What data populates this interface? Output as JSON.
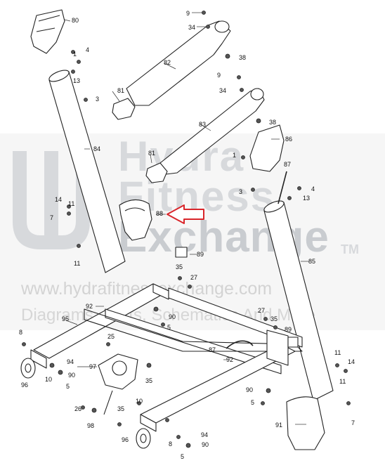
{
  "watermark": {
    "line1": "Hydra",
    "line2": "Fitness",
    "line3": "Exchange",
    "trademark": "TM",
    "url": "www.hydrafitnessexchange.com",
    "tagline": "Diagrams, Parts, Schematics And More"
  },
  "callouts": [
    {
      "id": "c-80",
      "text": "80"
    },
    {
      "id": "c-9a",
      "text": "9"
    },
    {
      "id": "c-34a",
      "text": "34"
    },
    {
      "id": "c-4a",
      "text": "4"
    },
    {
      "id": "c-1a",
      "text": "1"
    },
    {
      "id": "c-38a",
      "text": "38"
    },
    {
      "id": "c-82",
      "text": "82"
    },
    {
      "id": "c-13a",
      "text": "13"
    },
    {
      "id": "c-9b",
      "text": "9"
    },
    {
      "id": "c-34b",
      "text": "34"
    },
    {
      "id": "c-3a",
      "text": "3"
    },
    {
      "id": "c-81a",
      "text": "81"
    },
    {
      "id": "c-38b",
      "text": "38"
    },
    {
      "id": "c-83",
      "text": "83"
    },
    {
      "id": "c-86",
      "text": "86"
    },
    {
      "id": "c-84",
      "text": "84"
    },
    {
      "id": "c-81b",
      "text": "81"
    },
    {
      "id": "c-1b",
      "text": "1"
    },
    {
      "id": "c-87a",
      "text": "87"
    },
    {
      "id": "c-3b",
      "text": "3"
    },
    {
      "id": "c-4b",
      "text": "4"
    },
    {
      "id": "c-13b",
      "text": "13"
    },
    {
      "id": "c-14a",
      "text": "14"
    },
    {
      "id": "c-11a",
      "text": "11"
    },
    {
      "id": "c-88",
      "text": "88"
    },
    {
      "id": "c-7a",
      "text": "7"
    },
    {
      "id": "c-11b",
      "text": "11"
    },
    {
      "id": "c-89a",
      "text": "89"
    },
    {
      "id": "c-85",
      "text": "85"
    },
    {
      "id": "c-35a",
      "text": "35"
    },
    {
      "id": "c-27a",
      "text": "27"
    },
    {
      "id": "c-92a",
      "text": "92"
    },
    {
      "id": "c-90a",
      "text": "90"
    },
    {
      "id": "c-27b",
      "text": "27"
    },
    {
      "id": "c-95",
      "text": "95"
    },
    {
      "id": "c-35b",
      "text": "35"
    },
    {
      "id": "c-5a",
      "text": "5"
    },
    {
      "id": "c-8a",
      "text": "8"
    },
    {
      "id": "c-25",
      "text": "25"
    },
    {
      "id": "c-89b",
      "text": "89"
    },
    {
      "id": "c-87b",
      "text": "87"
    },
    {
      "id": "c-94a",
      "text": "94"
    },
    {
      "id": "c-97",
      "text": "97"
    },
    {
      "id": "c-92b",
      "text": "92"
    },
    {
      "id": "c-11c",
      "text": "11"
    },
    {
      "id": "c-14b",
      "text": "14"
    },
    {
      "id": "c-10a",
      "text": "10"
    },
    {
      "id": "c-90b",
      "text": "90"
    },
    {
      "id": "c-96a",
      "text": "96"
    },
    {
      "id": "c-5b",
      "text": "5"
    },
    {
      "id": "c-35c",
      "text": "35"
    },
    {
      "id": "c-11d",
      "text": "11"
    },
    {
      "id": "c-90c",
      "text": "90"
    },
    {
      "id": "c-26",
      "text": "26"
    },
    {
      "id": "c-35d",
      "text": "35"
    },
    {
      "id": "c-10b",
      "text": "10"
    },
    {
      "id": "c-5c",
      "text": "5"
    },
    {
      "id": "c-7b",
      "text": "7"
    },
    {
      "id": "c-98",
      "text": "98"
    },
    {
      "id": "c-91",
      "text": "91"
    },
    {
      "id": "c-94b",
      "text": "94"
    },
    {
      "id": "c-96b",
      "text": "96"
    },
    {
      "id": "c-8b",
      "text": "8"
    },
    {
      "id": "c-90d",
      "text": "90"
    },
    {
      "id": "c-5d",
      "text": "5"
    }
  ],
  "highlight": {
    "part": "88",
    "arrow_color": "#d9262b"
  }
}
